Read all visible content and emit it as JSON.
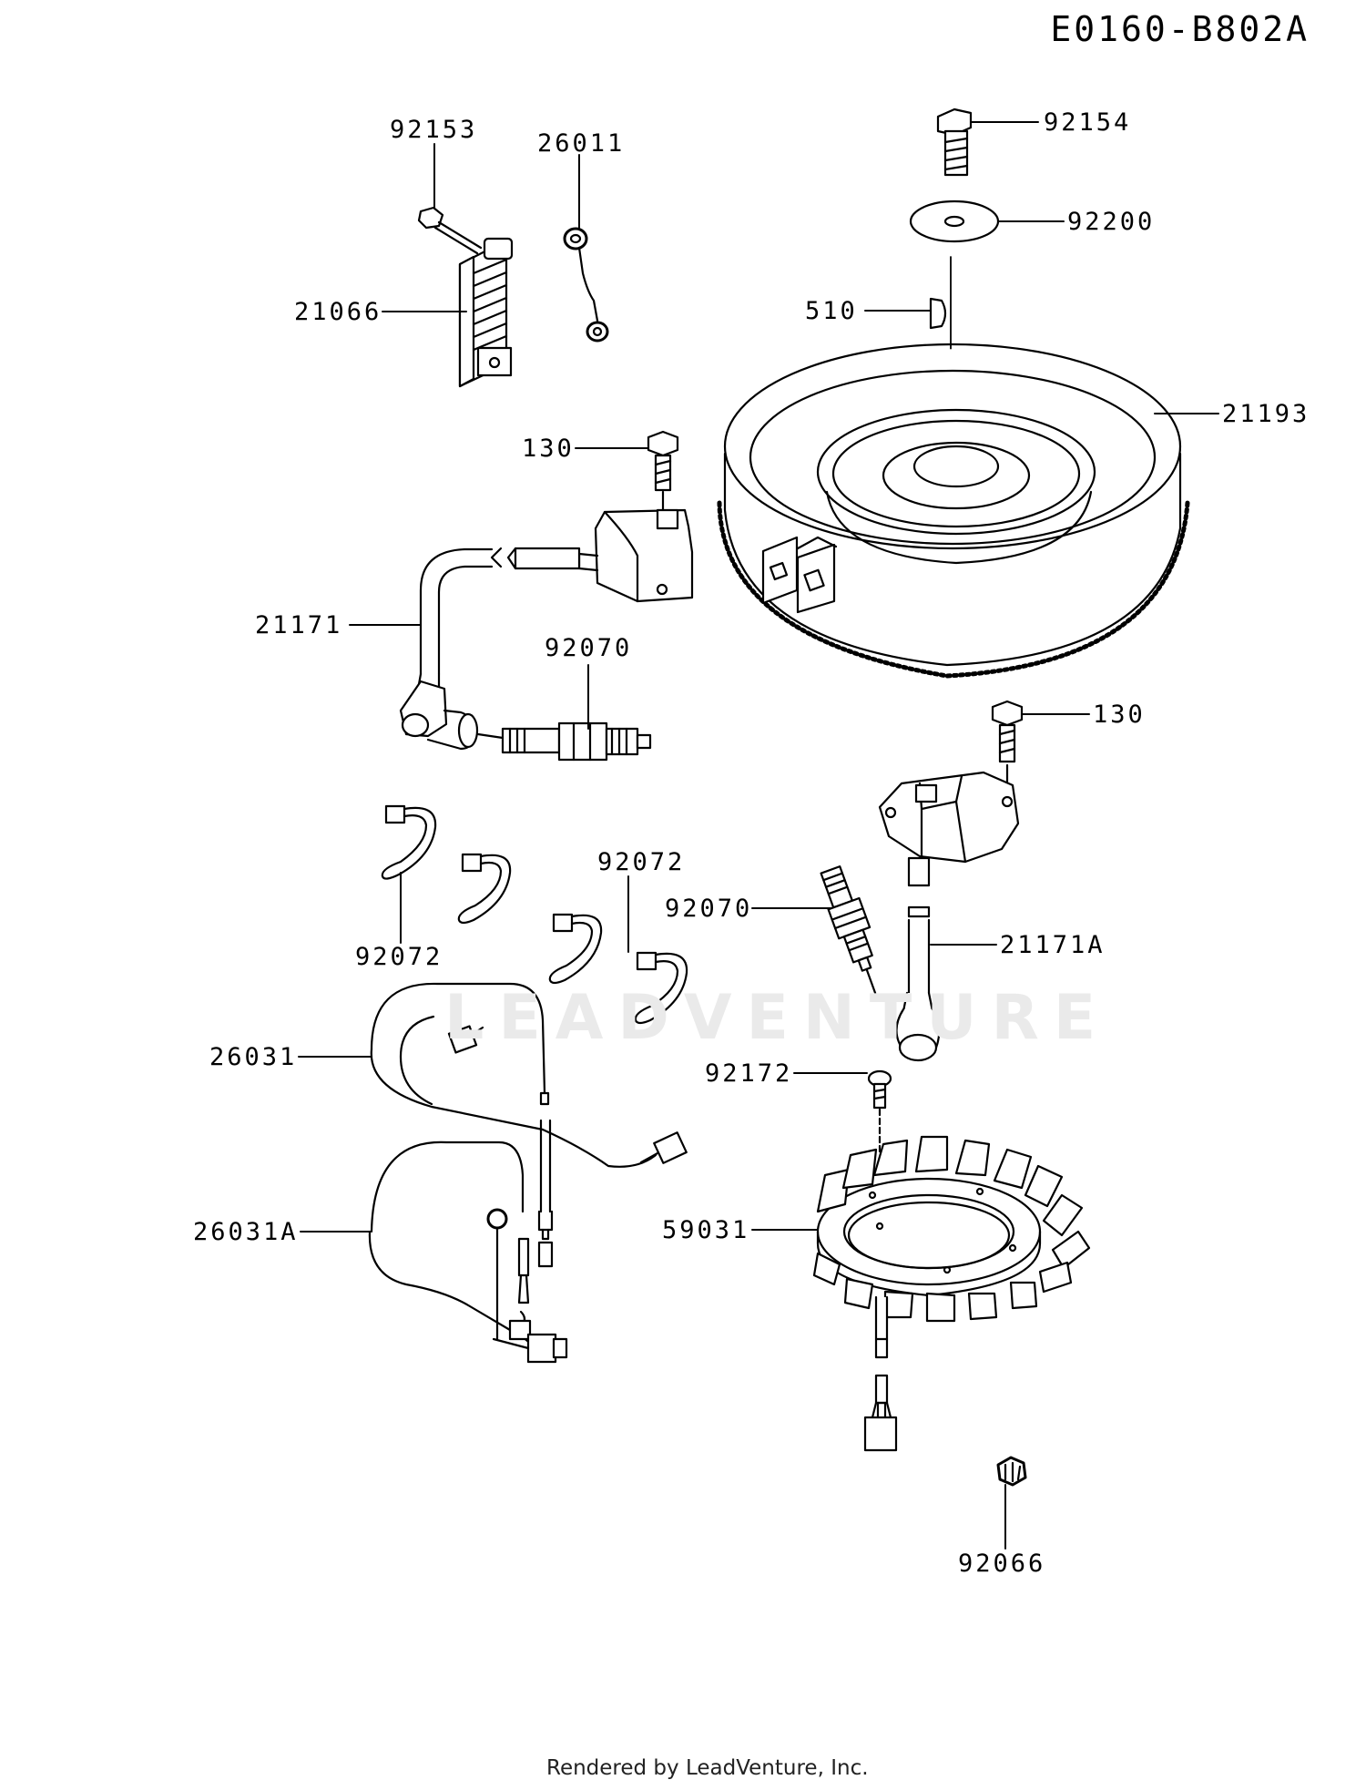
{
  "diagram_code": "E0160-B802A",
  "footer": "Rendered by LeadVenture, Inc.",
  "watermark": "LEADVENTURE",
  "parts": {
    "p92153": "92153",
    "p26011": "26011",
    "p92154": "92154",
    "p92200": "92200",
    "p510": "510",
    "p21066": "21066",
    "p21193": "21193",
    "p130_top": "130",
    "p21171": "21171",
    "p92070_top": "92070",
    "p130_right": "130",
    "p92072_right": "92072",
    "p92070_right": "92070",
    "p21171A": "21171A",
    "p92072_left": "92072",
    "p26031": "26031",
    "p92172": "92172",
    "p59031": "59031",
    "p26031A": "26031A",
    "p92066": "92066"
  }
}
